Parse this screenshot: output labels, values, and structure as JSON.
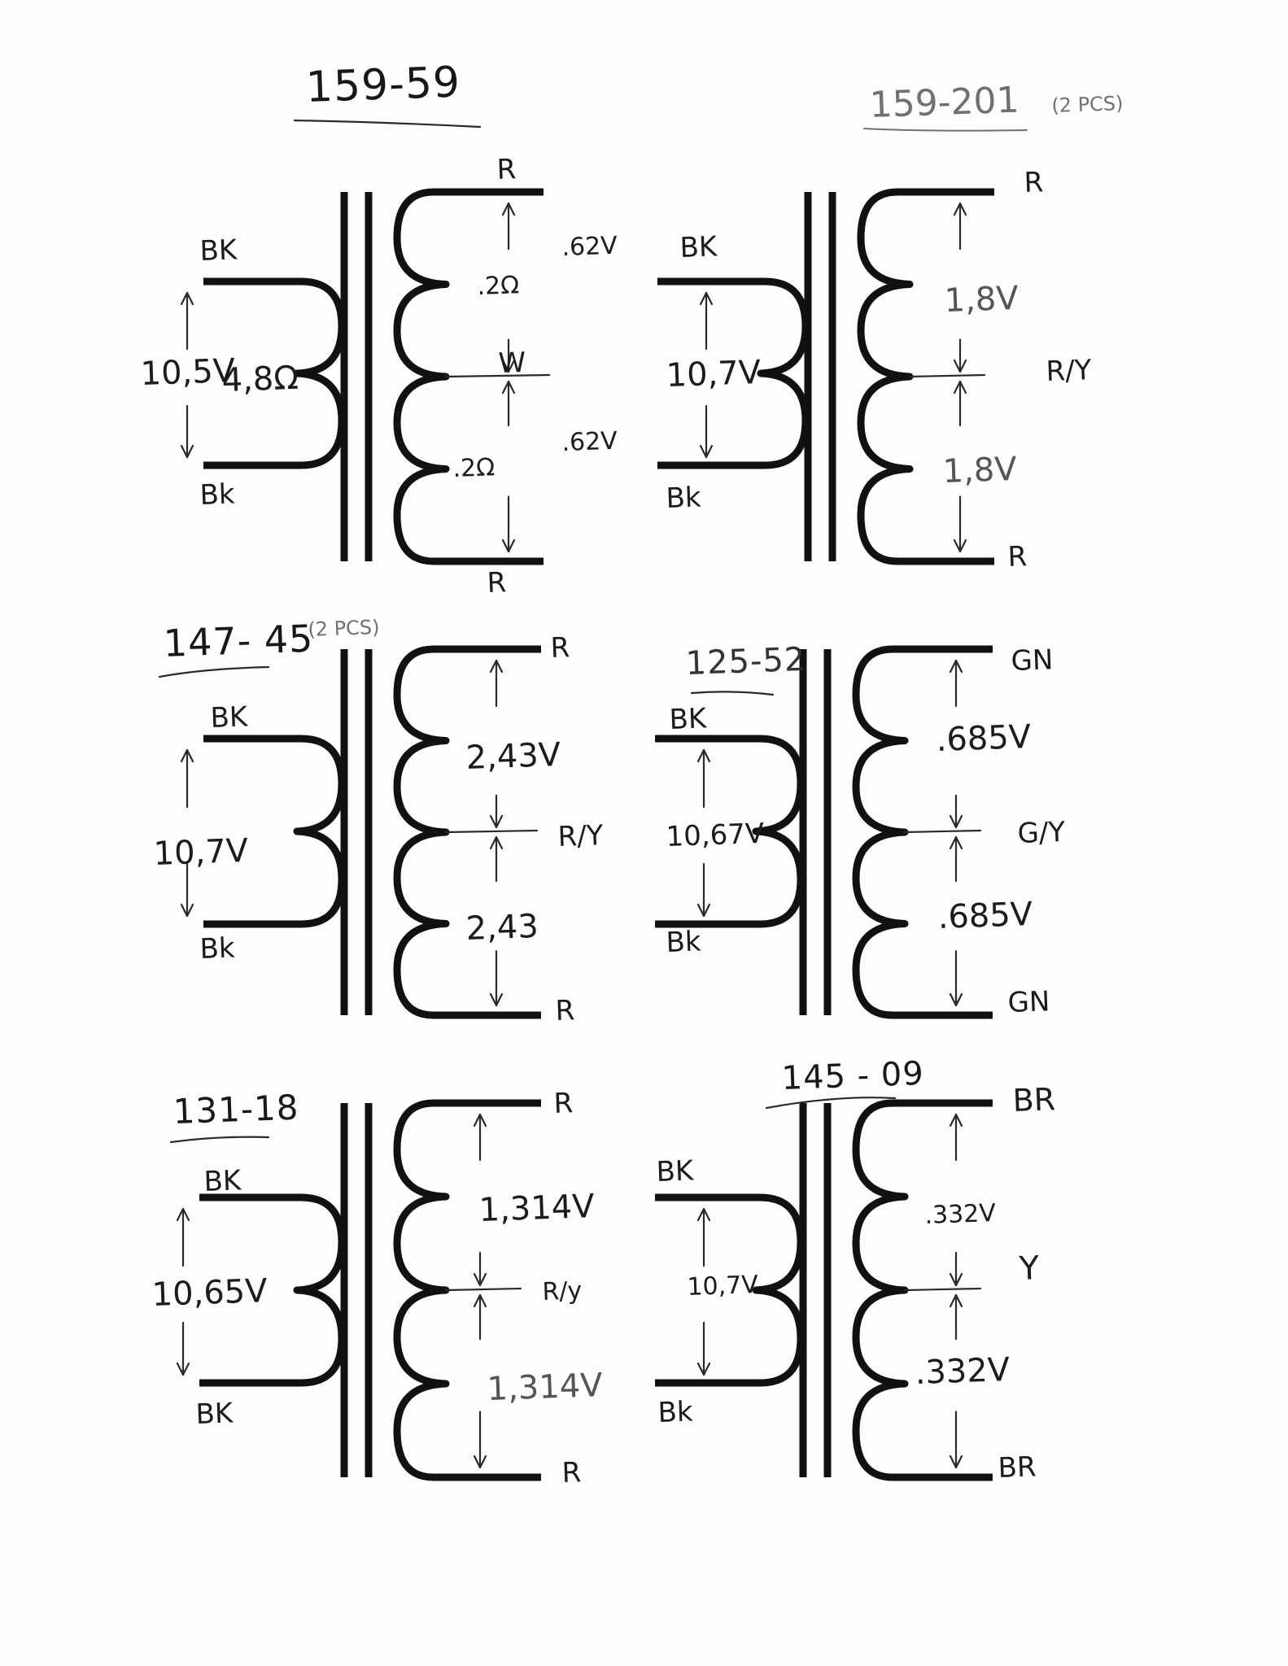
{
  "transformers": [
    {
      "id": "159-59",
      "title": "159-59",
      "primary": {
        "top_wire": "BK",
        "bottom_wire": "Bk",
        "voltage": "10,5V",
        "resistance": "4,8Ω"
      },
      "secondary": {
        "top_wire": "R",
        "center_wire": "W",
        "bottom_wire": "R",
        "upper_voltage": ".62V",
        "lower_voltage": ".62V",
        "upper_resistance": ".2Ω",
        "lower_resistance": ".2Ω"
      }
    },
    {
      "id": "159-201",
      "title": "159-201",
      "note": "(2 PCS)",
      "primary": {
        "top_wire": "BK",
        "bottom_wire": "Bk",
        "voltage": "10,7V"
      },
      "secondary": {
        "top_wire": "R",
        "center_wire": "R/Y",
        "bottom_wire": "R",
        "upper_voltage": "1,8V",
        "lower_voltage": "1,8V"
      }
    },
    {
      "id": "147-45",
      "title": "147- 45",
      "note": "(2 PCS)",
      "primary": {
        "top_wire": "BK",
        "bottom_wire": "Bk",
        "voltage": "10,7V"
      },
      "secondary": {
        "top_wire": "R",
        "center_wire": "R/Y",
        "bottom_wire": "R",
        "upper_voltage": "2,43V",
        "lower_voltage": "2,43"
      }
    },
    {
      "id": "125-52",
      "title": "125-52",
      "primary": {
        "top_wire": "BK",
        "bottom_wire": "Bk",
        "voltage": "10,67V"
      },
      "secondary": {
        "top_wire": "GN",
        "center_wire": "G/Y",
        "bottom_wire": "GN",
        "upper_voltage": ".685V",
        "lower_voltage": ".685V"
      }
    },
    {
      "id": "131-18",
      "title": "131-18",
      "primary": {
        "top_wire": "BK",
        "bottom_wire": "BK",
        "voltage": "10,65V"
      },
      "secondary": {
        "top_wire": "R",
        "center_wire": "R/y",
        "bottom_wire": "R",
        "upper_voltage": "1,314V",
        "lower_voltage": "1,314V"
      }
    },
    {
      "id": "145-09",
      "title": "145 - 09",
      "primary": {
        "top_wire": "BK",
        "bottom_wire": "Bk",
        "voltage": "10,7V"
      },
      "secondary": {
        "top_wire": "BR",
        "center_wire": "Y",
        "bottom_wire": "BR",
        "upper_voltage": ".332V",
        "lower_voltage": ".332V"
      }
    }
  ]
}
